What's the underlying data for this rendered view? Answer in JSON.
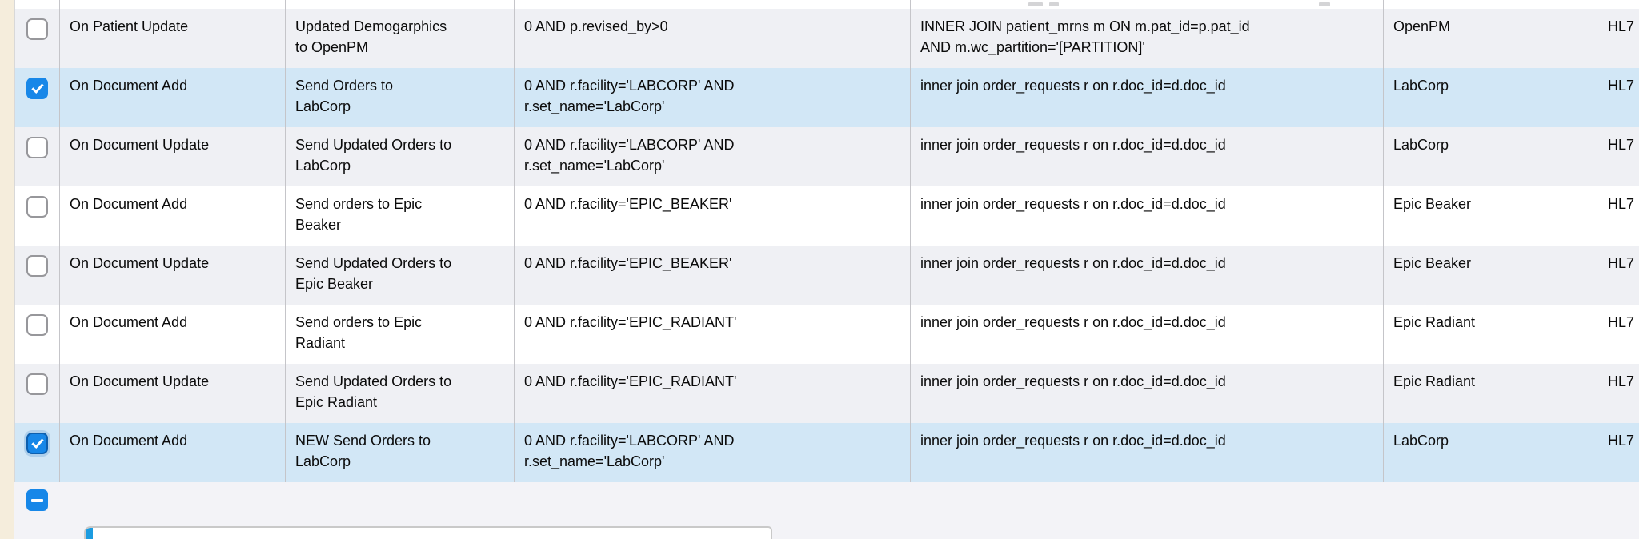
{
  "colors": {
    "accent_blue": "#1787e8",
    "row_selected": "#d2e7f6",
    "row_stripe": "#eff0f4",
    "row_white": "#ffffff",
    "page_background": "#f3f3f7",
    "left_margin_strip": "#f5eddc",
    "grid_line": "#c5c5c9",
    "panel_border": "#c9c9c9",
    "panel_accent": "#1b9be0"
  },
  "icons": {
    "checked_checkbox": "checkmark-icon",
    "collapse_button": "minus-icon"
  },
  "rows": [
    {
      "checked": false,
      "selected": false,
      "focused": false,
      "trigger": "On Patient Update",
      "description": "Updated Demogarphics\nto OpenPM",
      "condition": "0 AND p.revised_by>0",
      "join": "INNER JOIN patient_mrns m ON m.pat_id=p.pat_id\nAND m.wc_partition='[PARTITION]'",
      "destination": "OpenPM",
      "format": "HL7"
    },
    {
      "checked": true,
      "selected": true,
      "focused": false,
      "trigger": "On Document Add",
      "description": "Send Orders to\nLabCorp",
      "condition": "0 AND r.facility='LABCORP' AND\nr.set_name='LabCorp'",
      "join": "inner join order_requests r on r.doc_id=d.doc_id",
      "destination": "LabCorp",
      "format": "HL7"
    },
    {
      "checked": false,
      "selected": false,
      "focused": false,
      "trigger": "On Document Update",
      "description": "Send Updated Orders to\nLabCorp",
      "condition": "0 AND r.facility='LABCORP' AND\nr.set_name='LabCorp'",
      "join": "inner join order_requests r on r.doc_id=d.doc_id",
      "destination": "LabCorp",
      "format": "HL7"
    },
    {
      "checked": false,
      "selected": false,
      "focused": false,
      "trigger": "On Document Add",
      "description": "Send orders to Epic\nBeaker",
      "condition": "0 AND r.facility='EPIC_BEAKER'",
      "join": "inner join order_requests r on r.doc_id=d.doc_id",
      "destination": "Epic Beaker",
      "format": "HL7"
    },
    {
      "checked": false,
      "selected": false,
      "focused": false,
      "trigger": "On Document Update",
      "description": "Send Updated Orders to\nEpic Beaker",
      "condition": "0 AND r.facility='EPIC_BEAKER'",
      "join": "inner join order_requests r on r.doc_id=d.doc_id",
      "destination": "Epic Beaker",
      "format": "HL7"
    },
    {
      "checked": false,
      "selected": false,
      "focused": false,
      "trigger": "On Document Add",
      "description": "Send orders to Epic\nRadiant",
      "condition": "0 AND r.facility='EPIC_RADIANT'",
      "join": "inner join order_requests r on r.doc_id=d.doc_id",
      "destination": "Epic Radiant",
      "format": "HL7"
    },
    {
      "checked": false,
      "selected": false,
      "focused": false,
      "trigger": "On Document Update",
      "description": "Send Updated Orders to\nEpic Radiant",
      "condition": "0 AND r.facility='EPIC_RADIANT'",
      "join": "inner join order_requests r on r.doc_id=d.doc_id",
      "destination": "Epic Radiant",
      "format": "HL7"
    },
    {
      "checked": true,
      "selected": true,
      "focused": true,
      "trigger": "On Document Add",
      "description": "NEW Send Orders to\nLabCorp",
      "condition": "0 AND r.facility='LABCORP' AND\nr.set_name='LabCorp'",
      "join": "inner join order_requests r on r.doc_id=d.doc_id",
      "destination": "LabCorp",
      "format": "HL7"
    }
  ]
}
